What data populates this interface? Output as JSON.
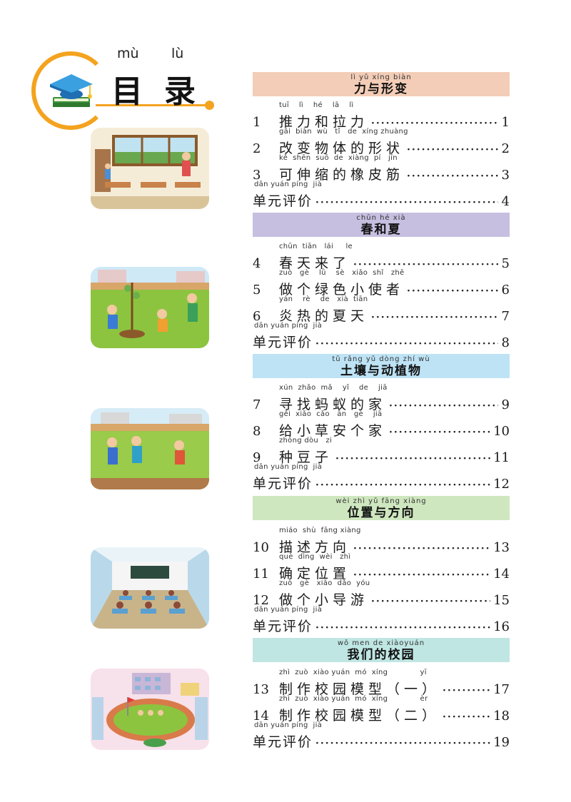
{
  "title": {
    "pinyin": [
      "mù",
      "lù"
    ],
    "chars": [
      "目",
      "录"
    ]
  },
  "colors": {
    "accent": "#f4a31f",
    "unit1": "#f3cdb7",
    "unit2": "#c6bfe0",
    "unit3": "#bde3f5",
    "unit4": "#cfe7bf",
    "unit5": "#bfe6e3"
  },
  "units": [
    {
      "title_pinyin": "lì  yǔ  xíng biàn",
      "title": "力与形变",
      "entries": [
        {
          "pinyin": "tuī    lì    hé    lā    lì",
          "num": "1",
          "title": "推力和拉力",
          "page": "1"
        },
        {
          "pinyin": "gǎi  biàn  wù   tǐ   de  xíng zhuàng",
          "num": "2",
          "title": "改变物体的形状",
          "page": "2"
        },
        {
          "pinyin": "kě  shēn  suō  de  xiàng  pí   jīn",
          "num": "3",
          "title": "可伸缩的橡皮筋",
          "page": "3"
        },
        {
          "pinyin": "dān yuán píng  jià",
          "num": "",
          "title": "单元评价",
          "page": "4",
          "review": true
        }
      ]
    },
    {
      "title_pinyin": "chūn hé  xià",
      "title": "春和夏",
      "entries": [
        {
          "pinyin": "chūn  tiān   lái     le",
          "num": "4",
          "title": "春天来了",
          "page": "5"
        },
        {
          "pinyin": "zuò   gè    lǜ    sè   xiǎo  shǐ   zhě",
          "num": "5",
          "title": "做个绿色小使者",
          "page": "6"
        },
        {
          "pinyin": "yán    rè    de   xià  tiān",
          "num": "6",
          "title": "炎热的夏天",
          "page": "7"
        },
        {
          "pinyin": "dān yuán píng  jià",
          "num": "",
          "title": "单元评价",
          "page": "8",
          "review": true
        }
      ]
    },
    {
      "title_pinyin": "tǔ  rǎng  yǔ  dòng zhí  wù",
      "title": "土壤与动植物",
      "entries": [
        {
          "pinyin": "xún  zhǎo  mǎ    yǐ    de    jiā",
          "num": "7",
          "title": "寻找蚂蚁的家",
          "page": "9"
        },
        {
          "pinyin": "gěi  xiǎo  cǎo   ān   gè    jiā",
          "num": "8",
          "title": "给小草安个家",
          "page": "10"
        },
        {
          "pinyin": "zhòng dòu   zi",
          "num": "9",
          "title": "种豆子",
          "page": "11"
        },
        {
          "pinyin": "dān yuán píng  jià",
          "num": "",
          "title": "单元评价",
          "page": "12",
          "review": true
        }
      ]
    },
    {
      "title_pinyin": "wèi  zhì  yǔ  fāng xiàng",
      "title": "位置与方向",
      "entries": [
        {
          "pinyin": "miáo  shù  fāng xiàng",
          "num": "10",
          "title": "描述方向",
          "page": "13"
        },
        {
          "pinyin": "què  dìng  wèi   zhì",
          "num": "11",
          "title": "确定位置",
          "page": "14"
        },
        {
          "pinyin": "zuò   gè   xiǎo  dǎo  yóu",
          "num": "12",
          "title": "做个小导游",
          "page": "15"
        },
        {
          "pinyin": "dān yuán píng  jià",
          "num": "",
          "title": "单元评价",
          "page": "16",
          "review": true
        }
      ]
    },
    {
      "title_pinyin": "wǒ men de  xiàoyuán",
      "title": "我们的校园",
      "entries": [
        {
          "pinyin": "zhì  zuò  xiào yuán  mó  xíng             yī",
          "num": "13",
          "title": "制作校园模型（一）",
          "page": "17"
        },
        {
          "pinyin": "zhì  zuò  xiào yuán  mó  xíng             èr",
          "num": "14",
          "title": "制作校园模型（二）",
          "page": "18"
        },
        {
          "pinyin": "dān yuán píng  jià",
          "num": "",
          "title": "单元评价",
          "page": "19",
          "review": true
        }
      ]
    }
  ]
}
